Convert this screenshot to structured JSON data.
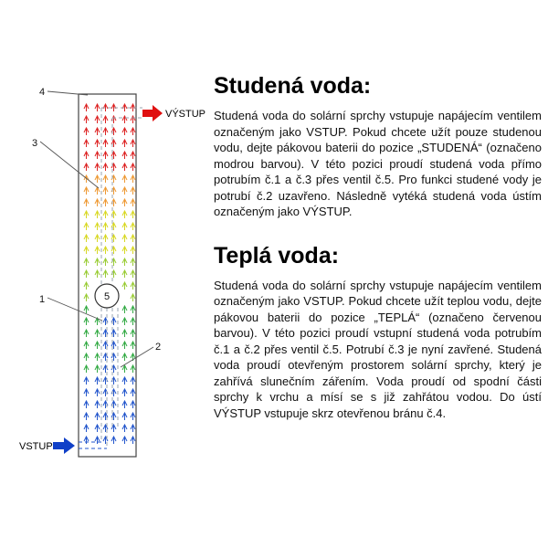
{
  "diagram": {
    "labels": {
      "vstup": "VSTUP",
      "vystup": "VÝSTUP",
      "part1": "1",
      "part2": "2",
      "part3": "3",
      "part4": "4",
      "valve5": "5"
    },
    "colors": {
      "inlet_arrow": "#1040c8",
      "outlet_arrow": "#e01010",
      "pipe_inlet": "#2255cc",
      "pipe_stroke": "#9aa4b0",
      "gradient": [
        {
          "color": "#dd2222",
          "until": 0.18
        },
        {
          "color": "#ee9933",
          "until": 0.3
        },
        {
          "color": "#d8d822",
          "until": 0.44
        },
        {
          "color": "#99cc33",
          "until": 0.6
        },
        {
          "color": "#33aa44",
          "until": 0.8
        },
        {
          "color": "#2255cc",
          "until": 1.01
        }
      ]
    }
  },
  "sections": [
    {
      "title": "Studená voda:",
      "body": "Studená voda do solární sprchy vstupuje napájecím ventilem označeným jako VSTUP. Pokud chcete užít pouze studenou vodu, dejte pákovou baterii do pozice „STUDENÁ“ (označeno modrou barvou). V této pozici proudí studená voda přímo potrubím č.1 a č.3 přes ventil č.5. Pro funkci studené vody je potrubí č.2 uzavřeno. Následně vytéká studená voda ústím označeným jako VÝSTUP."
    },
    {
      "title": "Teplá voda:",
      "body": "Studená voda do solární sprchy vstupuje napájecím ventilem označeným jako VSTUP. Pokud chcete užít teplou vodu, dejte pákovou baterii do pozice „TEPLÁ“ (označeno červenou barvou). V této pozici proudí vstupní studená voda potrubím č.1 a č.2 přes ventil č.5. Potrubí č.3 je nyní zavřené. Studená voda proudí otevřeným prostorem solární sprchy, který je zahřívá slunečním zářením. Voda proudí od spodní části sprchy k vrchu a mísí se s již zahřátou vodou. Do ústí VÝSTUP vstupuje skrz otevřenou bránu č.4."
    }
  ]
}
